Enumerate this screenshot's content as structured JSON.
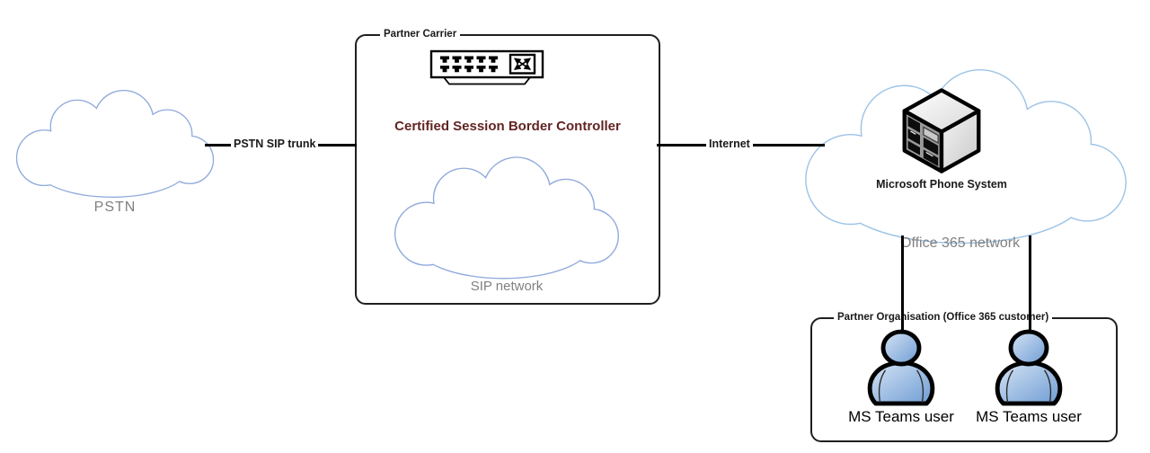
{
  "clouds": {
    "pstn": {
      "label": "PSTN"
    },
    "sip": {
      "label": "SIP network"
    },
    "office365": {
      "server_label": "Microsoft Phone System",
      "network_label": "Office 365 network"
    }
  },
  "links": {
    "pstn_sip_trunk": {
      "label": "PSTN SIP trunk"
    },
    "internet": {
      "label": "Internet"
    }
  },
  "containers": {
    "partner_carrier": {
      "label": "Partner Carrier",
      "device_label": "Certified Session Border Controller"
    },
    "partner_org": {
      "label": "Partner Organisation (Office 365 customer)"
    }
  },
  "users": [
    {
      "label": "MS Teams user"
    },
    {
      "label": "MS Teams user"
    }
  ],
  "icons": {
    "sbc": "network-switch-icon",
    "server": "server-icon",
    "person": "person-icon",
    "cloud": "cloud-icon"
  },
  "colors": {
    "cloud_stroke": "#8FAADC",
    "muted_text": "#808080",
    "sbc_text": "#632423",
    "connector": "#000000",
    "frame_border": "#1F1F1F",
    "person_fill_light": "#D6E4F5",
    "person_fill_dark": "#6E9CD3"
  }
}
